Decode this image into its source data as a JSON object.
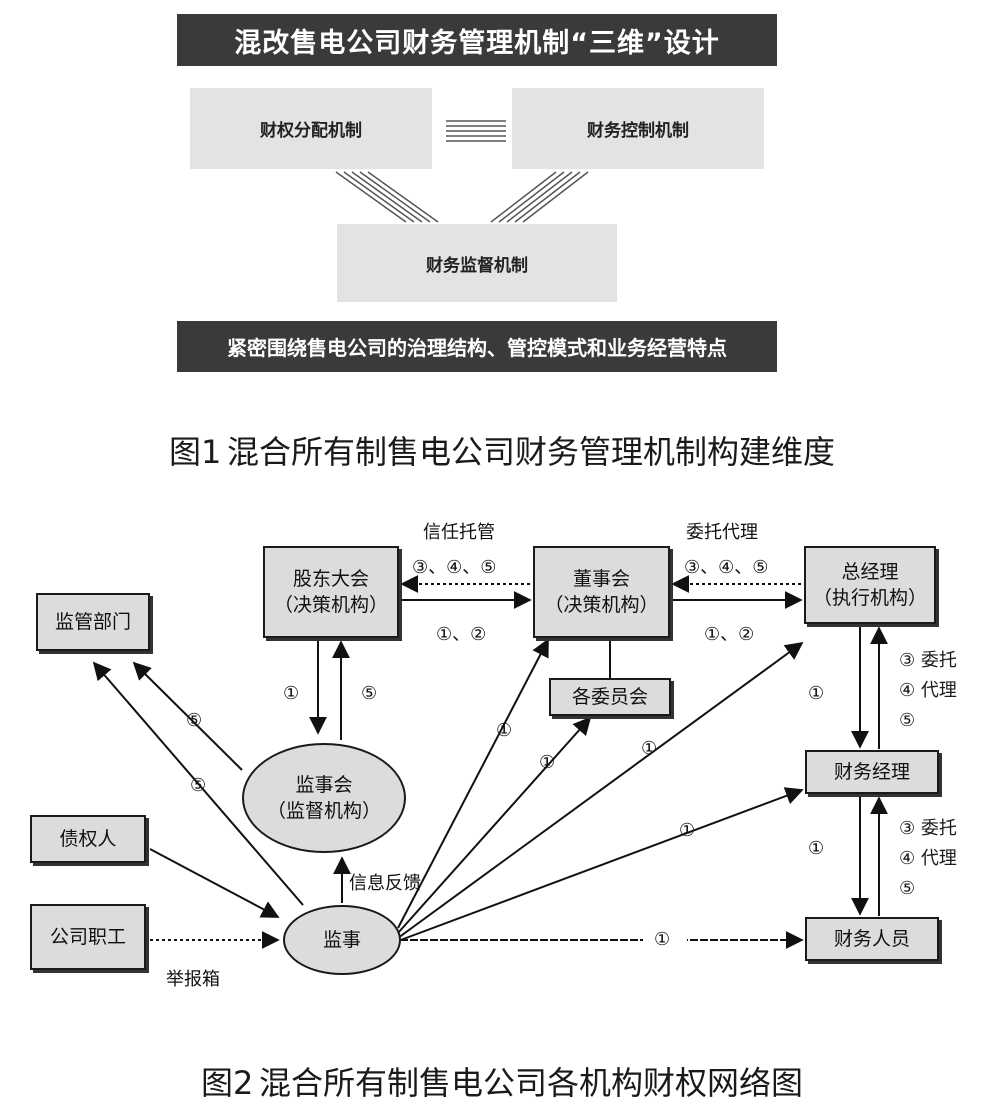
{
  "figure1": {
    "banner_top": "混改售电公司财务管理机制“三维”设计",
    "box_property": "财权分配机制",
    "box_control": "财务控制机制",
    "box_supervise": "财务监督机制",
    "banner_bottom": "紧密围绕售电公司的治理结构、管控模式和业务经营特点",
    "caption_num": "图1",
    "caption_text": "混合所有制售电公司财务管理机制构建维度"
  },
  "figure2": {
    "nodes": {
      "shareholders": [
        "股东大会",
        "（决策机构）"
      ],
      "board": [
        "董事会",
        "（决策机构）"
      ],
      "gm": [
        "总经理",
        "（执行机构）"
      ],
      "regulator": "监管部门",
      "committees": "各委员会",
      "supervisory": [
        "监事会",
        "（监督机构）"
      ],
      "fin_manager": "财务经理",
      "creditor": "债权人",
      "employee": "公司职工",
      "supervisor": "监事",
      "fin_staff": "财务人员"
    },
    "labels": {
      "trust": "信任托管",
      "agency": "委托代理",
      "up_345_left": "③、④、⑤",
      "up_345_right": "③、④、⑤",
      "down_12_left": "①、②",
      "down_12_right": "①、②",
      "sh_to_sup": "①",
      "sup_to_sh": "⑤",
      "sup_to_reg": "⑤",
      "sv_to_reg": "⑤",
      "sv_to_board": "①",
      "sv_to_comm": "①",
      "sv_to_gm": "①",
      "sv_to_fm": "①",
      "sv_to_fs": "①",
      "gm_fm_down": "①",
      "fm_fs_down": "①",
      "gm_fm_up": [
        "③ 委托",
        "④ 代理",
        "⑤"
      ],
      "fm_fs_up": [
        "③ 委托",
        "④ 代理",
        "⑤"
      ],
      "feedback": "信息反馈",
      "report_box": "举报箱"
    },
    "caption_num": "图2",
    "caption_text": "混合所有制售电公司各机构财权网络图"
  }
}
